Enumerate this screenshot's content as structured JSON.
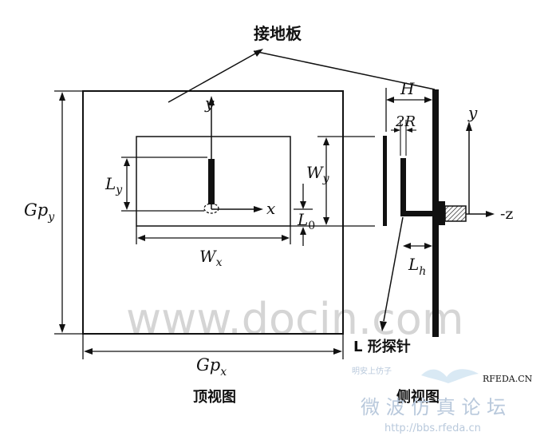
{
  "labels": {
    "ground_plane": "接地板",
    "H": "H",
    "two_R": "2R",
    "y_top": "y",
    "y_side": "y",
    "x_axis": "x",
    "minus_z": "-z",
    "Ly": "Ly",
    "Wy": "Wy",
    "L0": "L0",
    "Wx": "Wx",
    "Gpy": "Gpy",
    "Gpx": "Gpx",
    "Lh": "Lh",
    "probe": "L 形探针",
    "top_view": "顶视图",
    "side_view": "侧视图"
  },
  "watermarks": {
    "docin": "www.docin.com",
    "forum_site": "RFEDA.CN",
    "forum_url": "http://bbs.rfeda.cn",
    "forum_slogan": "微 波 仿 真 论 坛",
    "forum_tag": "明安上仿子"
  }
}
